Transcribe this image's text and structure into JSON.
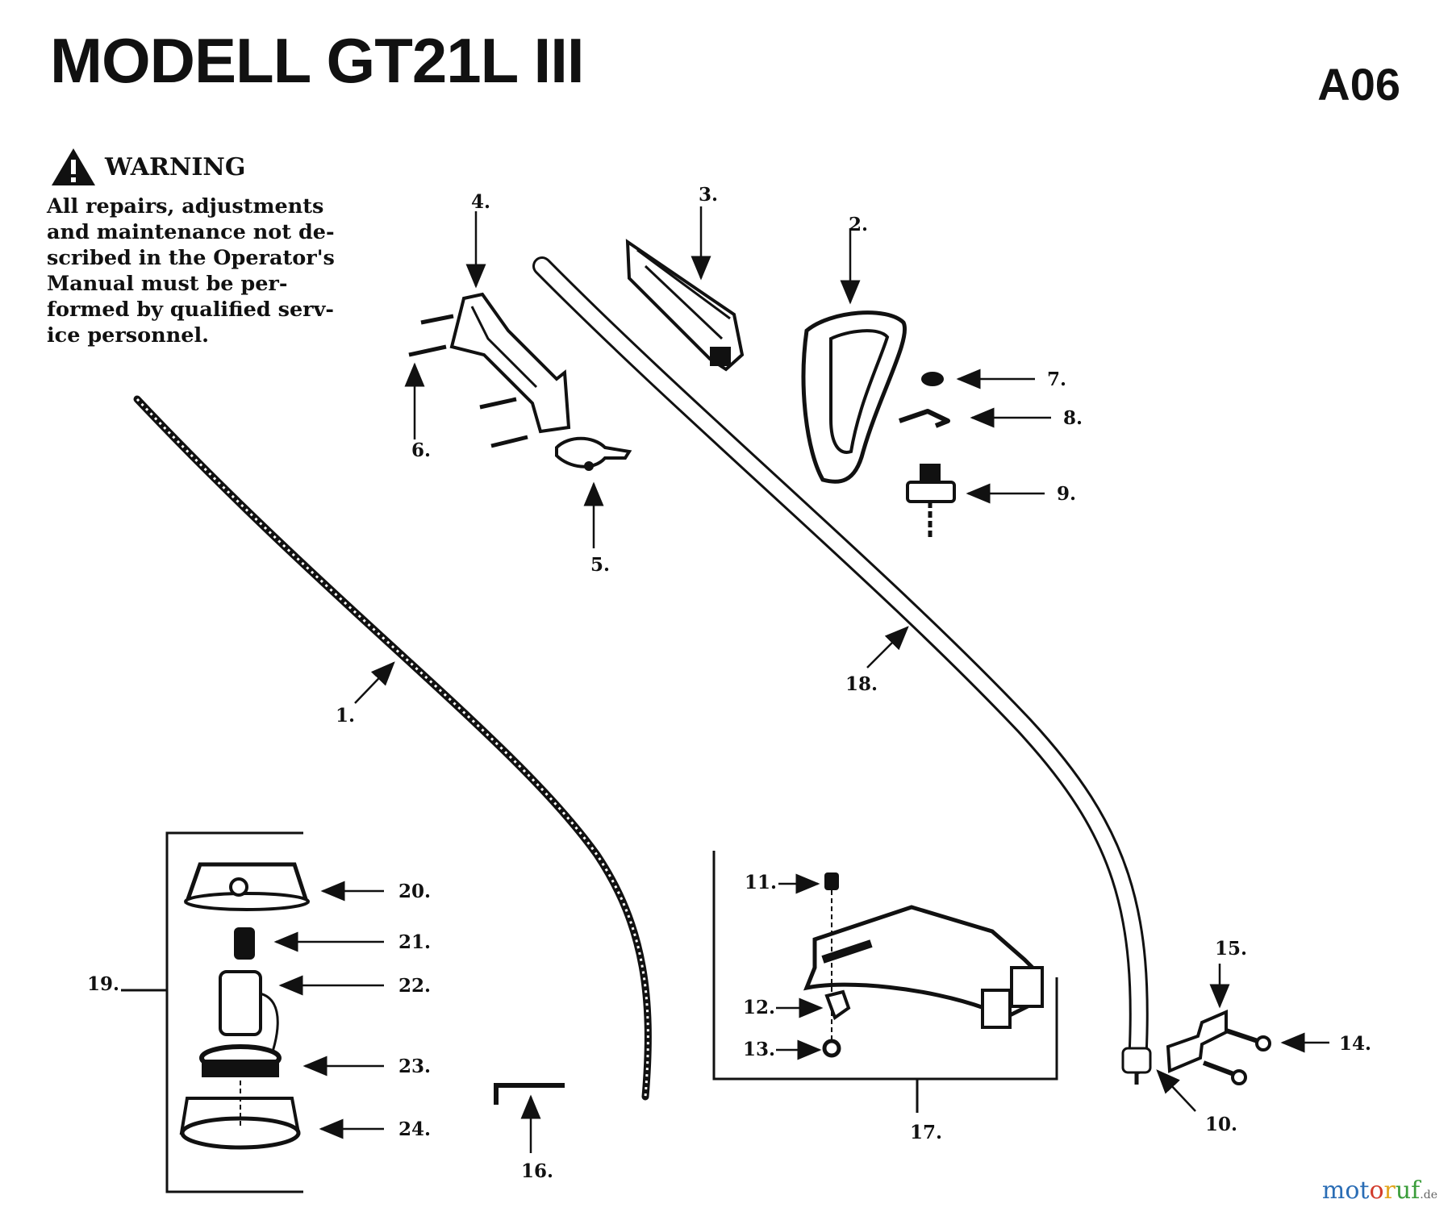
{
  "title": "MODELL GT21L III",
  "page_code": "A06",
  "warning": {
    "heading": "WARNING",
    "lines": [
      "All repairs, adjustments",
      "and maintenance not de-",
      "scribed in the Operator's",
      "Manual must be per-",
      "formed by qualified serv-",
      "ice personnel."
    ]
  },
  "callouts": {
    "c1": "1.",
    "c2": "2.",
    "c3": "3.",
    "c4": "4.",
    "c5": "5.",
    "c6": "6.",
    "c7": "7.",
    "c8": "8.",
    "c9": "9.",
    "c10": "10.",
    "c11": "11.",
    "c12": "12.",
    "c13": "13.",
    "c14": "14.",
    "c15": "15.",
    "c16": "16.",
    "c17": "17.",
    "c18": "18.",
    "c19": "19.",
    "c20": "20.",
    "c21": "21.",
    "c22": "22.",
    "c23": "23.",
    "c24": "24."
  },
  "watermark": {
    "brand_a": "mot",
    "brand_b": "o",
    "brand_c": "r",
    "brand_d": "uf",
    "tld": ".de"
  },
  "icons": {
    "warning": "warning-triangle-icon"
  }
}
